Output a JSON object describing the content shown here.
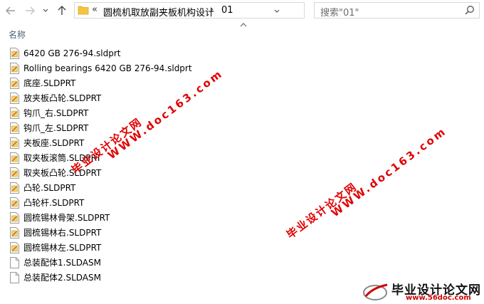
{
  "address_bar": {
    "overflow_label": "«",
    "breadcrumbs": [
      "圆梳机取放副夹板机构设计",
      "01"
    ],
    "separator": "›"
  },
  "search": {
    "placeholder": "搜索\"01\""
  },
  "column": {
    "name_header": "名称"
  },
  "files": [
    {
      "name": "6420 GB 276-94.sldprt",
      "icon": "part-file-icon"
    },
    {
      "name": "Rolling bearings 6420 GB 276-94.sldprt",
      "icon": "part-file-icon"
    },
    {
      "name": "底座.SLDPRT",
      "icon": "part-file-icon"
    },
    {
      "name": "放夹板凸轮.SLDPRT",
      "icon": "part-file-icon"
    },
    {
      "name": "钩爪_右.SLDPRT",
      "icon": "part-file-icon"
    },
    {
      "name": "钩爪_左.SLDPRT",
      "icon": "part-file-icon"
    },
    {
      "name": "夹板座.SLDPRT",
      "icon": "part-file-icon"
    },
    {
      "name": "取夹板滚筒.SLDPRT",
      "icon": "part-file-icon"
    },
    {
      "name": "取夹板凸轮.SLDPRT",
      "icon": "part-file-icon"
    },
    {
      "name": "凸轮.SLDPRT",
      "icon": "part-file-icon"
    },
    {
      "name": "凸轮杆.SLDPRT",
      "icon": "part-file-icon"
    },
    {
      "name": "圆梳锡林骨架.SLDPRT",
      "icon": "part-file-icon"
    },
    {
      "name": "圆梳锡林右.SLDPRT",
      "icon": "part-file-icon"
    },
    {
      "name": "圆梳锡林左.SLDPRT",
      "icon": "part-file-icon"
    },
    {
      "name": "总装配体1.SLDASM",
      "icon": "assembly-file-icon"
    },
    {
      "name": "总装配体2.SLDASM",
      "icon": "assembly-file-icon"
    }
  ],
  "watermarks": [
    {
      "line1": "毕业设计论文网",
      "line2": "WWW.doc163.com"
    },
    {
      "line1": "毕业设计论文网",
      "line2": "WWW.doc163.com"
    }
  ],
  "logo": {
    "title": "毕业设计论文网",
    "url": "www.56doc.com"
  },
  "colors": {
    "watermark": "#e00000",
    "header": "#4c607a",
    "folder": "#f5c542"
  }
}
